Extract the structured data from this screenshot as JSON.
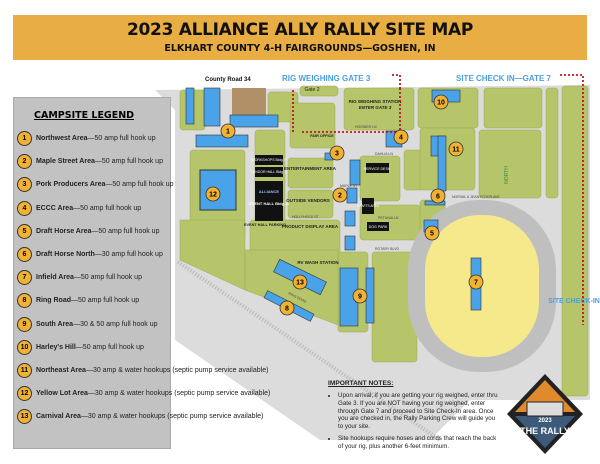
{
  "header": {
    "title": "2023 ALLIANCE ALLY RALLY SITE MAP",
    "subtitle": "ELKHART COUNTY 4-H FAIRGROUNDS—GOSHEN, IN"
  },
  "legend": {
    "title": "CAMPSITE LEGEND",
    "items": [
      {
        "number": "1",
        "name": "Northwest Area",
        "detail": "—50 amp full hook up"
      },
      {
        "number": "2",
        "name": "Maple Street Area",
        "detail": "—50 amp full hook up"
      },
      {
        "number": "3",
        "name": "Pork Producers Area",
        "detail": "—50 amp full hook up"
      },
      {
        "number": "4",
        "name": "ECCC Area",
        "detail": "—50 amp full hook up"
      },
      {
        "number": "5",
        "name": "Draft Horse Area",
        "detail": "—50 amp full hook up"
      },
      {
        "number": "6",
        "name": "Draft Horse North",
        "detail": "—30 amp full hook up"
      },
      {
        "number": "7",
        "name": "Infield Area",
        "detail": "—50 amp full hook up"
      },
      {
        "number": "8",
        "name": "Ring Road",
        "detail": "—50 amp full hook up"
      },
      {
        "number": "9",
        "name": "South Area",
        "detail": "—30 & 50 amp full hook up"
      },
      {
        "number": "10",
        "name": "Harley's Hill",
        "detail": "—50 amp full hook up"
      },
      {
        "number": "11",
        "name": "Northeast Area",
        "detail": "—30 amp & water hookups (septic pump service available)"
      },
      {
        "number": "12",
        "name": "Yellow Lot Area",
        "detail": "—30 amp & water hookups (septic pump service available)"
      },
      {
        "number": "13",
        "name": "Carnival Area",
        "detail": "—30 amp & water hookups (septic pump service available)"
      }
    ]
  },
  "map": {
    "road_county": "County Road 34",
    "rig_gate": "RIG WEIGHING GATE 3",
    "checkin_gate": "SITE CHECK IN—GATE 7",
    "checkin_side": "SITE CHECK-IN",
    "gate2": "Gate 2",
    "rig_station": "RIG WEIGHING STATION",
    "rig_station_enter": "ENTER GATE 3",
    "fair_office": "FAIR OFFICE",
    "entertainment": "ENTERTAINMENT AREA",
    "outside_vendors": "OUTSIDE VENDORS",
    "service_desk": "SERVICE DESK",
    "crafts": "CRAFTS AREA",
    "dog_park": "DOG PARK",
    "event_hall_parking": "EVENT HALL PARKING",
    "product_display": "PRODUCT DISPLAY AREA",
    "rv_wash": "RV WASH STATION",
    "workshops": "WORKSHOPS Bldg. F",
    "vendor_hall": "VENDOR HALL Bldg. E",
    "alliance": "ALLIANCE",
    "event_hall": "EVENT HALL Bldg. A",
    "streets": {
      "hoosier": "HOOSIER LN",
      "dahlia": "DAHLIA LN",
      "maple": "MAPLE ST",
      "hollyhock": "HOLLYHOCK ST",
      "petunia": "PETUNIA LN",
      "rotary": "ROTARY BLVD",
      "norval": "NORVAL & JEAN FOYER AVE",
      "ring": "RING ROAD"
    },
    "compass": "NORTH",
    "colors": {
      "grass": "#b6c46a",
      "road": "#dcdcdc",
      "campsite": "#4aa3e8",
      "marker": "#f1b233",
      "route": "#c0171c",
      "gate_text": "#4b9fe0",
      "track_infield": "#f5e98b"
    }
  },
  "notes": {
    "title": "IMPORTANT NOTES:",
    "items": [
      "Upon arrival, if you are getting your rig weighed, enter thru Gate 3.  If you are NOT having your rig weighed, enter  through Gate 7 and proceed to Site Check-In area.  Once you are checked in, the Rally Parking Crew will guide you to your site.",
      "Site hookups require hoses and cords that reach the back of your rig, plus another 6-feet minimum."
    ]
  },
  "logo": {
    "year": "2023",
    "name": "THE RALLY"
  }
}
